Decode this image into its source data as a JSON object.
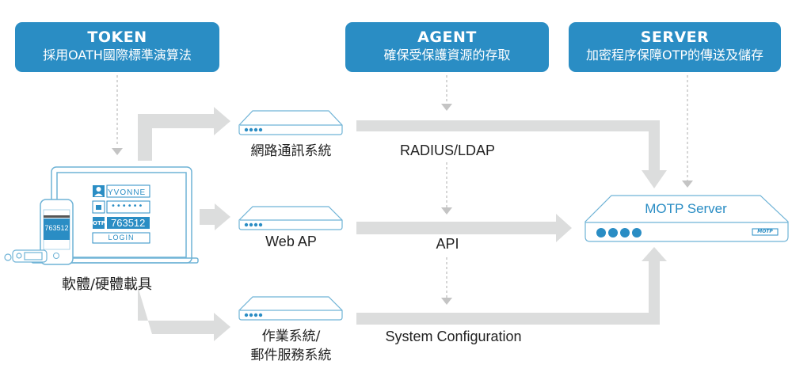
{
  "headers": {
    "token": {
      "title": "TOKEN",
      "subtitle": "採用OATH國際標準演算法"
    },
    "agent": {
      "title": "AGENT",
      "subtitle": "確保受保護資源的存取"
    },
    "server": {
      "title": "SERVER",
      "subtitle": "加密程序保障OTP的傳送及儲存"
    }
  },
  "device": {
    "label": "軟體/硬體載具",
    "login_form": {
      "username": "YVONNE",
      "password_mask": "••••••",
      "otp_badge": "OTP",
      "otp_value": "763512",
      "login_button": "LOGIN"
    },
    "phone_otp": "763512"
  },
  "systems": [
    {
      "label": "網路通訊系統",
      "protocol": "RADIUS/LDAP"
    },
    {
      "label": "Web AP",
      "protocol": "API"
    },
    {
      "label_line1": "作業系統/",
      "label_line2": "郵件服務系統",
      "protocol": "System Configuration"
    }
  ],
  "server": {
    "label": "MOTP Server",
    "logo": "MOTP"
  },
  "colors": {
    "brand": "#2a8dc4",
    "arrow": "#dcdddd",
    "outline": "#6fb3d6"
  }
}
